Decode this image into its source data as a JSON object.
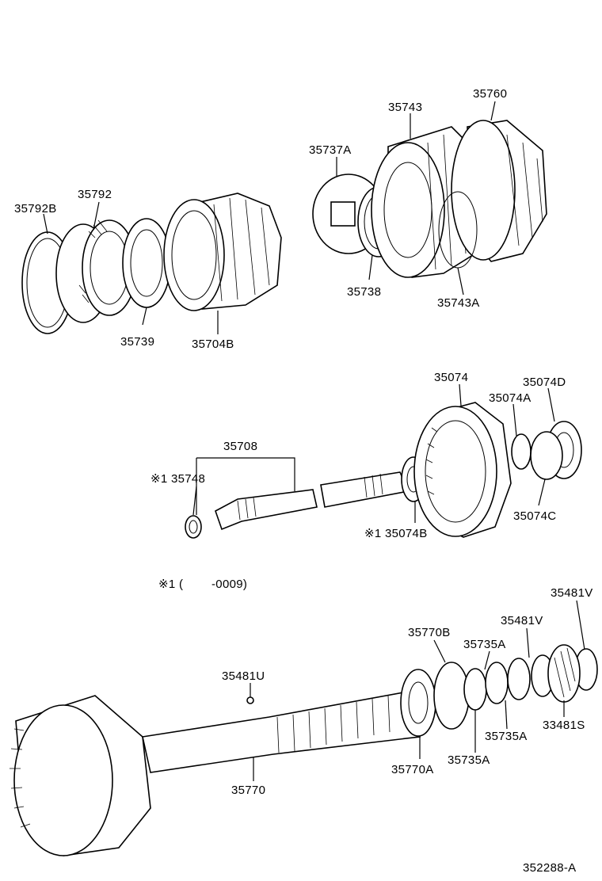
{
  "labels": {
    "p35792B": "35792B",
    "p35792": "35792",
    "p35739": "35739",
    "p35704B": "35704B",
    "p35737A": "35737A",
    "p35743": "35743",
    "p35760": "35760",
    "p35738": "35738",
    "p35743A": "35743A",
    "p35708": "35708",
    "p35748": "※1 35748",
    "p35074": "35074",
    "p35074D": "35074D",
    "p35074A": "35074A",
    "p35074C": "35074C",
    "p35074B": "※1 35074B",
    "note": "※1 (        -0009)",
    "p35481U": "35481U",
    "p35770": "35770",
    "p35770B": "35770B",
    "p35770A": "35770A",
    "p35735A_top": "35735A",
    "p35735A_mid": "35735A",
    "p35735A_bot": "35735A",
    "p35481V_top": "35481V",
    "p35481V_mid": "35481V",
    "p33481S": "33481S",
    "figure_id": "352288-A"
  }
}
